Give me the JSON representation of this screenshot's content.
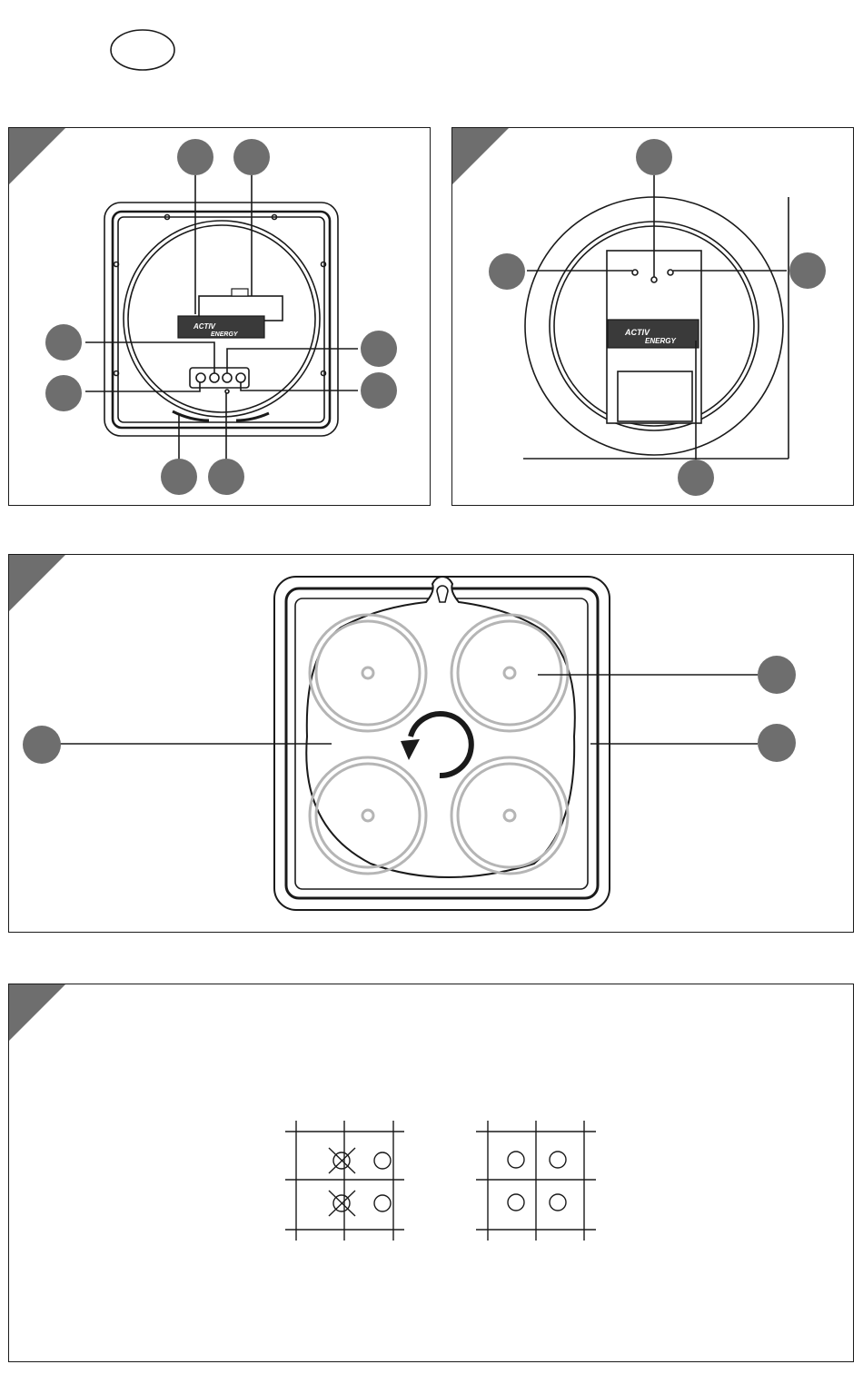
{
  "page": {
    "language_badge": ""
  },
  "figures": [
    {
      "id": "fig-a",
      "corner_number": "",
      "callouts": [
        "",
        "",
        "",
        "",
        "",
        "",
        "",
        "",
        ""
      ]
    },
    {
      "id": "fig-b",
      "corner_number": "",
      "callouts": [
        "",
        "",
        "",
        ""
      ]
    },
    {
      "id": "fig-c",
      "corner_number": "",
      "callouts": [
        "",
        "",
        ""
      ]
    },
    {
      "id": "fig-d",
      "corner_number": ""
    }
  ],
  "battery": {
    "brand_line1": "ACTIV",
    "brand_line2": "ENERGY"
  },
  "colors": {
    "line": "#1a1a1a",
    "callout_fill": "#6e6e6e",
    "corner_fill": "#6e6e6e",
    "suction_cup": "#b5b5b5"
  },
  "icons": {
    "rotation": "rotate-clockwise-arrow-icon",
    "suction_cup": "suction-cup-icon",
    "wrong_position": "x-mark-icon"
  }
}
